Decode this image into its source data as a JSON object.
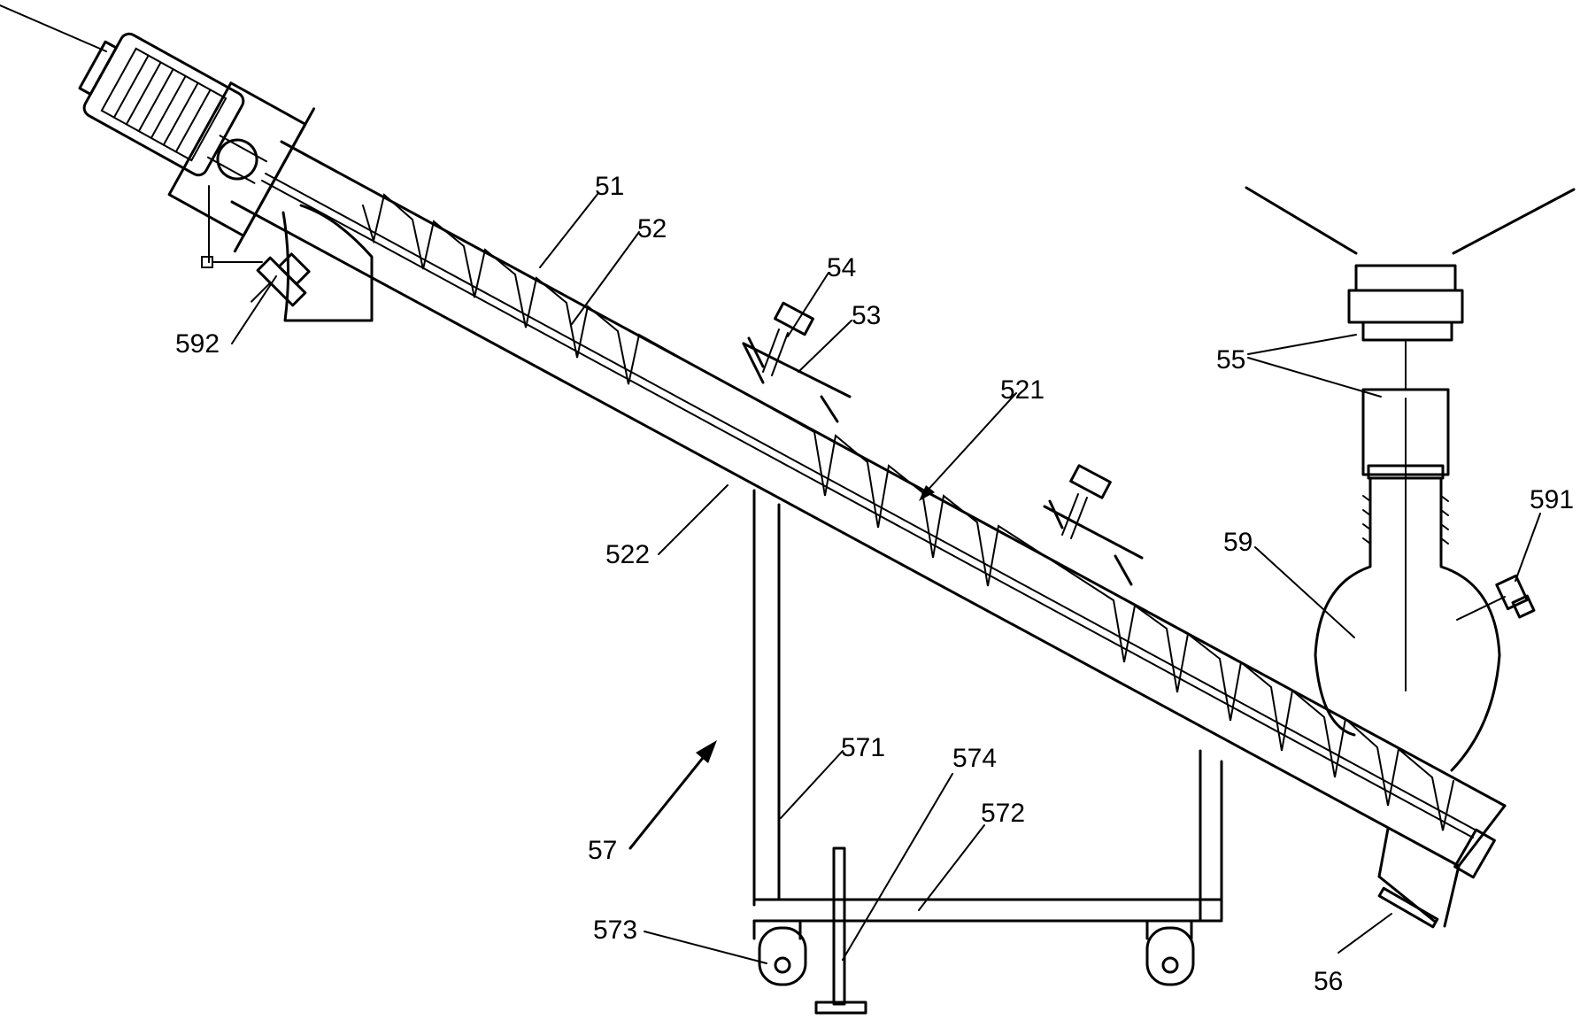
{
  "labels": {
    "l51": "51",
    "l52": "52",
    "l53": "53",
    "l54": "54",
    "l55": "55",
    "l56": "56",
    "l57": "57",
    "l521": "521",
    "l522": "522",
    "l571": "571",
    "l572": "572",
    "l573": "573",
    "l574": "574",
    "l59": "59",
    "l591": "591",
    "l592": "592"
  }
}
